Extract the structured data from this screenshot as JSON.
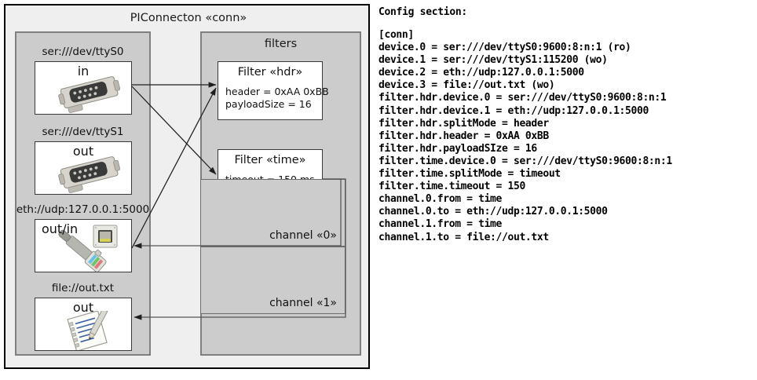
{
  "diagram": {
    "title": "PIConnecton «conn»",
    "devices_panel": {
      "devices": [
        {
          "label": "ser:///dev/ttyS0",
          "io": "in",
          "icon": "serial-port-icon"
        },
        {
          "label": "ser:///dev/ttyS1",
          "io": "out",
          "icon": "serial-port-icon"
        },
        {
          "label": "eth://udp:127.0.0.1:5000",
          "io": "out/in",
          "icon": "ethernet-socket-icon"
        },
        {
          "label": "file://out.txt",
          "io": "out",
          "icon": "text-file-pencil-icon"
        }
      ]
    },
    "filters_panel": {
      "title": "filters",
      "filters": [
        {
          "title": "Filter «hdr»",
          "props": [
            "header = 0xAA 0xBB",
            "payloadSize = 16"
          ]
        },
        {
          "title": "Filter «time»",
          "props": [
            "timeout = 150 ms"
          ]
        }
      ],
      "channels": [
        {
          "label": "channel «0»"
        },
        {
          "label": "channel «1»"
        }
      ]
    },
    "colors": {
      "frame_bg": "#efefef",
      "panel_bg": "#cccccc",
      "card_bg": "#ffffff",
      "border_dark": "#000000",
      "border_mid": "#7f7f7f",
      "edge": "#2b2b2b"
    }
  },
  "config": {
    "heading": "Config section:",
    "lines": [
      "[conn]",
      "device.0 = ser:///dev/ttyS0:9600:8:n:1 (ro)",
      "device.1 = ser:///dev/ttyS1:115200 (wo)",
      "device.2 = eth://udp:127.0.0.1:5000",
      "device.3 = file://out.txt (wo)",
      "filter.hdr.device.0 = ser:///dev/ttyS0:9600:8:n:1",
      "filter.hdr.device.1 = eth://udp:127.0.0.1:5000",
      "filter.hdr.splitMode = header",
      "filter.hdr.header = 0xAA 0xBB",
      "filter.hdr.payloadSIze = 16",
      "filter.time.device.0 = ser:///dev/ttyS0:9600:8:n:1",
      "filter.time.splitMode = timeout",
      "filter.time.timeout = 150",
      "channel.0.from = time",
      "channel.0.to = eth://udp:127.0.0.1:5000",
      "channel.1.from = time",
      "channel.1.to = file://out.txt"
    ],
    "text": "[conn]\ndevice.0 = ser:///dev/ttyS0:9600:8:n:1 (ro)\ndevice.1 = ser:///dev/ttyS1:115200 (wo)\ndevice.2 = eth://udp:127.0.0.1:5000\ndevice.3 = file://out.txt (wo)\nfilter.hdr.device.0 = ser:///dev/ttyS0:9600:8:n:1\nfilter.hdr.device.1 = eth://udp:127.0.0.1:5000\nfilter.hdr.splitMode = header\nfilter.hdr.header = 0xAA 0xBB\nfilter.hdr.payloadSIze = 16\nfilter.time.device.0 = ser:///dev/ttyS0:9600:8:n:1\nfilter.time.splitMode = timeout\nfilter.time.timeout = 150\nchannel.0.from = time\nchannel.0.to = eth://udp:127.0.0.1:5000\nchannel.1.from = time\nchannel.1.to = file://out.txt"
  }
}
